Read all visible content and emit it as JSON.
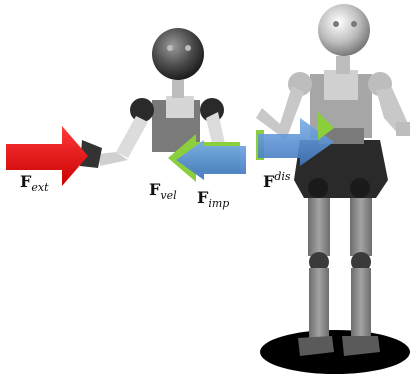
{
  "labels": {
    "f_ext": {
      "symbol": "F",
      "script": "ext"
    },
    "f_vel": {
      "symbol": "F",
      "script": "vel"
    },
    "f_imp": {
      "symbol": "F",
      "script": "imp"
    },
    "f_dis": {
      "symbol": "F",
      "script": "dis"
    }
  },
  "colors": {
    "external_force_arrow": "#e81010",
    "impedance_force_arrow": "#5b8fd0",
    "velocity_force_arrow": "#8ccf3c",
    "disturbance_force_arrow": "#5b8fd0",
    "robot_body": "#8e8e8e",
    "robot_dark": "#2c2c2c",
    "robot_light": "#d8d8d8",
    "floor_base": "#000000"
  }
}
